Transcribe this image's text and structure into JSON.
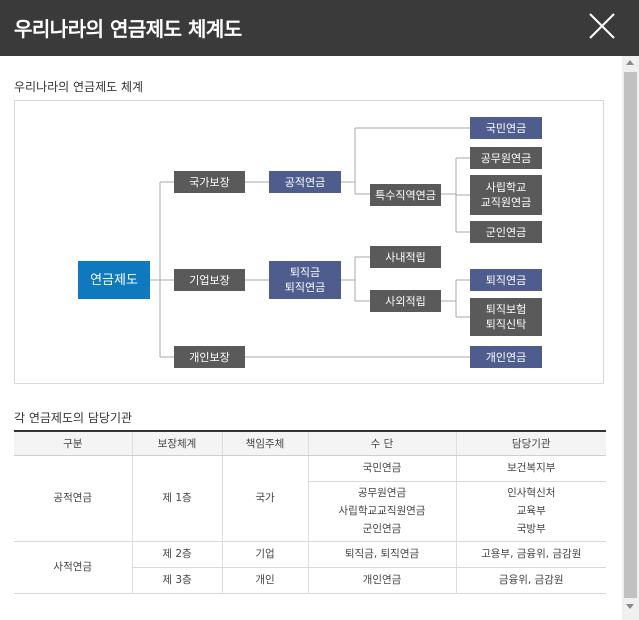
{
  "modal": {
    "title": "우리나라의 연금제도 체계도"
  },
  "diagram": {
    "section_title": "우리나라의 연금제도 체계",
    "root": "연금제도",
    "level1": [
      "국가보장",
      "기업보장",
      "개인보장"
    ],
    "public_pension": "공적연금",
    "special_occupation": "특수직역연금",
    "national_pension": "국민연금",
    "civil_servant": "공무원연금",
    "private_school": [
      "사립학교",
      "교직원연금"
    ],
    "military": "군인연금",
    "retirement": [
      "퇴직금",
      "퇴직연금"
    ],
    "internal_reserve": "사내적립",
    "external_reserve": "사외적립",
    "retirement_pension": "퇴직연금",
    "retirement_ins": [
      "퇴직보험",
      "퇴직신탁"
    ],
    "personal_pension": "개인연금"
  },
  "agencies": {
    "section_title": "각 연금제도의 담당기관",
    "headers": [
      "구분",
      "보장체계",
      "책임주체",
      "수 단",
      "담당기관"
    ],
    "public": {
      "category": "공적연금",
      "tier": "제 1층",
      "subject": "국가",
      "row1": {
        "means": "국민연금",
        "agency": "보건복지부"
      },
      "row2": {
        "means": [
          "공무원연금",
          "사립학교교직원연금",
          "군인연금"
        ],
        "agency": [
          "인사혁신처",
          "교육부",
          "국방부"
        ]
      }
    },
    "private": {
      "category": "사적연금",
      "row1": {
        "tier": "제 2층",
        "subject": "기업",
        "means": "퇴직금, 퇴직연금",
        "agency": "고용부, 금융위, 금감원"
      },
      "row2": {
        "tier": "제 3층",
        "subject": "개인",
        "means": "개인연금",
        "agency": "금융위, 금감원"
      }
    }
  },
  "icons": {
    "close": "close-icon"
  },
  "colors": {
    "header_bg": "#3a3a3a",
    "node_gray": "#5a5a5a",
    "node_navy": "#4f5d8e",
    "node_blue": "#0e79bf"
  }
}
